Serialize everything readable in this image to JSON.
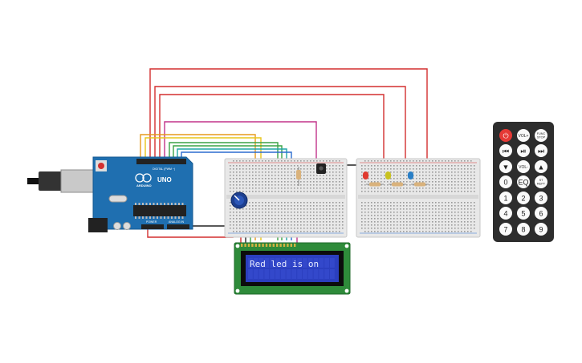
{
  "arduino": {
    "brand": "ARDUINO",
    "model": "UNO",
    "digital_label": "DIGITAL (PWM ~)",
    "power_label": "POWER",
    "analog_label": "ANALOG IN"
  },
  "lcd": {
    "line1": "Red led is on",
    "line2": ""
  },
  "leds": [
    {
      "color": "red",
      "hex": "#e03a2f"
    },
    {
      "color": "yellow",
      "hex": "#c9c21f"
    },
    {
      "color": "blue",
      "hex": "#2a7fc6"
    }
  ],
  "remote": {
    "rows": [
      [
        "power",
        "VOL+",
        "FUNC/STOP"
      ],
      [
        "prev",
        "play-pause",
        "next"
      ],
      [
        "down",
        "VOL-",
        "up"
      ],
      [
        "0",
        "EQ",
        "ST/REPT"
      ],
      [
        "1",
        "2",
        "3"
      ],
      [
        "4",
        "5",
        "6"
      ],
      [
        "7",
        "8",
        "9"
      ]
    ]
  },
  "colors": {
    "board": "#1f6fb0",
    "breadboard": "#e8e8e8",
    "lcd_screen": "#2b3fbf",
    "lcd_pcb": "#2e8b3a",
    "remote_body": "#2d2d2d",
    "power_button": "#e53935"
  }
}
